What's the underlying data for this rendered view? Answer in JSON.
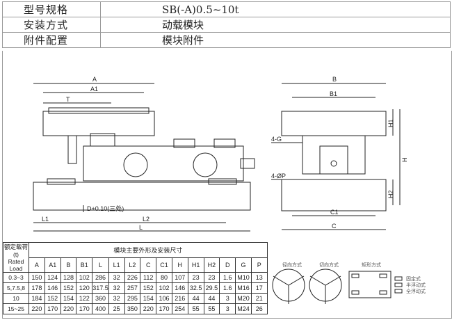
{
  "spec": [
    {
      "key": "型号规格",
      "value": "SB(-A)0.5~10t"
    },
    {
      "key": "安装方式",
      "value": "动载模块"
    },
    {
      "key": "附件配置",
      "value": "模块附件"
    }
  ],
  "drawing": {
    "front_labels": {
      "A": "A",
      "A1": "A1",
      "T": "T",
      "D": "D+0.10(三处)",
      "L1": "L1",
      "L2": "L2",
      "L": "L"
    },
    "side_labels": {
      "B": "B",
      "B1": "B1",
      "H1": "H1",
      "H": "H",
      "H2": "H2",
      "G": "4-G",
      "P": "4-ØP",
      "C1": "C1",
      "C": "C"
    }
  },
  "table": {
    "load_header_cn": "额定载荷(t)",
    "load_header_en": "Rated Load",
    "group_header": "模块主要外形及安装尺寸",
    "columns": [
      "A",
      "A1",
      "B",
      "B1",
      "L",
      "L1",
      "L2",
      "C",
      "C1",
      "H",
      "H1",
      "H2",
      "D",
      "G",
      "P"
    ],
    "rows": [
      [
        "0.3~3",
        "150",
        "124",
        "128",
        "102",
        "286",
        "32",
        "226",
        "112",
        "80",
        "107",
        "23",
        "23",
        "1.6",
        "M10",
        "13"
      ],
      [
        "5,7.5,8",
        "178",
        "146",
        "152",
        "120",
        "317.5",
        "32",
        "257",
        "152",
        "102",
        "146",
        "32.5",
        "29.5",
        "1.6",
        "M16",
        "17"
      ],
      [
        "10",
        "184",
        "152",
        "154",
        "122",
        "360",
        "32",
        "295",
        "154",
        "106",
        "216",
        "44",
        "44",
        "3",
        "M20",
        "21"
      ],
      [
        "15~25",
        "220",
        "170",
        "220",
        "170",
        "400",
        "25",
        "350",
        "220",
        "170",
        "254",
        "55",
        "55",
        "3",
        "M24",
        "26"
      ]
    ]
  },
  "mounting": {
    "radial": "径向方式",
    "tangential": "切向方式",
    "rectangular": "矩形方式",
    "legend": [
      "固定式",
      "半浮动式",
      "全浮动式"
    ]
  }
}
